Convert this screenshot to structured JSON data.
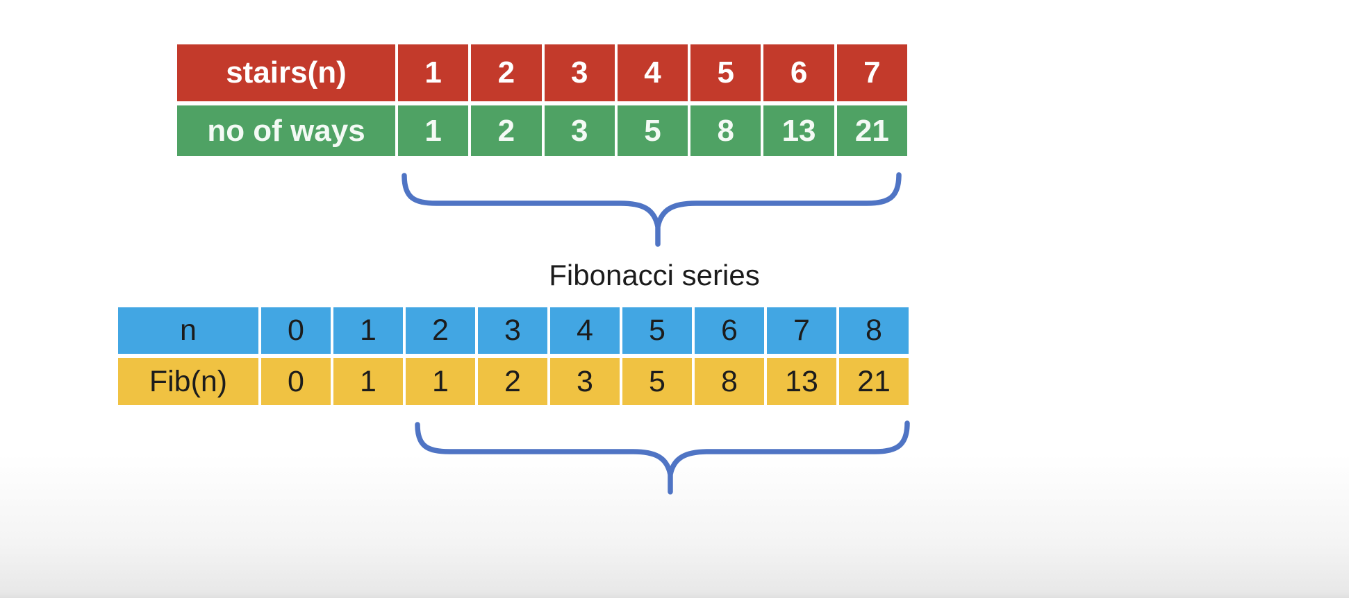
{
  "caption": {
    "text": "Fibonacci series"
  },
  "stairs_table": {
    "header_label": "stairs(n)",
    "n_values": [
      "1",
      "2",
      "3",
      "4",
      "5",
      "6",
      "7"
    ],
    "ways_label": "no of ways",
    "ways_values": [
      "1",
      "2",
      "3",
      "5",
      "8",
      "13",
      "21"
    ]
  },
  "fib_table": {
    "n_label": "n",
    "n_values": [
      "0",
      "1",
      "2",
      "3",
      "4",
      "5",
      "6",
      "7",
      "8"
    ],
    "fib_label": "Fib(n)",
    "fib_values": [
      "0",
      "1",
      "1",
      "2",
      "3",
      "5",
      "8",
      "13",
      "21"
    ]
  },
  "colors": {
    "stairs_row": "#c33a2b",
    "ways_row": "#4fa264",
    "n_row": "#42a6e3",
    "fib_row": "#f0c242",
    "brace": "#4f74c4",
    "caption_text": "#1b1b1b"
  },
  "chart_data": {
    "type": "table",
    "title": "Fibonacci series",
    "tables": [
      {
        "rows": [
          {
            "label": "stairs(n)",
            "values": [
              1,
              2,
              3,
              4,
              5,
              6,
              7
            ]
          },
          {
            "label": "no of ways",
            "values": [
              1,
              2,
              3,
              5,
              8,
              13,
              21
            ]
          }
        ]
      },
      {
        "rows": [
          {
            "label": "n",
            "values": [
              0,
              1,
              2,
              3,
              4,
              5,
              6,
              7,
              8
            ]
          },
          {
            "label": "Fib(n)",
            "values": [
              0,
              1,
              1,
              2,
              3,
              5,
              8,
              13,
              21
            ]
          }
        ]
      }
    ]
  }
}
